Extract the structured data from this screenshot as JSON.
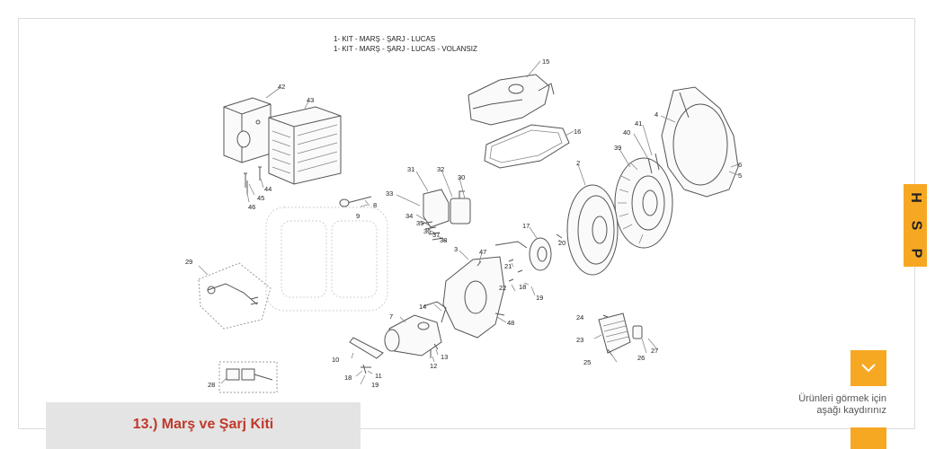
{
  "diagram": {
    "header_lines": [
      "1- KIT - MARŞ - ŞARJ - LUCAS",
      "1- KIT - MARŞ - ŞARJ - LUCAS - VOLANSIZ"
    ],
    "part_numbers": [
      "42",
      "43",
      "44",
      "45",
      "46",
      "15",
      "16",
      "41",
      "40",
      "4",
      "39",
      "6",
      "5",
      "2",
      "31",
      "32",
      "30",
      "33",
      "9",
      "8",
      "34",
      "35",
      "36",
      "37",
      "38",
      "17",
      "20",
      "3",
      "47",
      "21",
      "18",
      "22",
      "19",
      "29",
      "14",
      "7",
      "48",
      "24",
      "23",
      "26",
      "27",
      "25",
      "10",
      "12",
      "13",
      "11",
      "18",
      "19",
      "28"
    ]
  },
  "caption": {
    "title": "13.) Marş ve Şarj Kiti"
  },
  "scroll": {
    "hint_line1": "Ürünleri görmek için",
    "hint_line2": "aşağı kaydırınız"
  },
  "side_tab": {
    "letters": [
      "H",
      "S",
      "P"
    ]
  },
  "colors": {
    "accent": "#f7a823",
    "caption_text": "#c0392b",
    "caption_bg": "#e4e4e4"
  },
  "icons": {
    "scroll_button": "chevron-down-icon"
  }
}
